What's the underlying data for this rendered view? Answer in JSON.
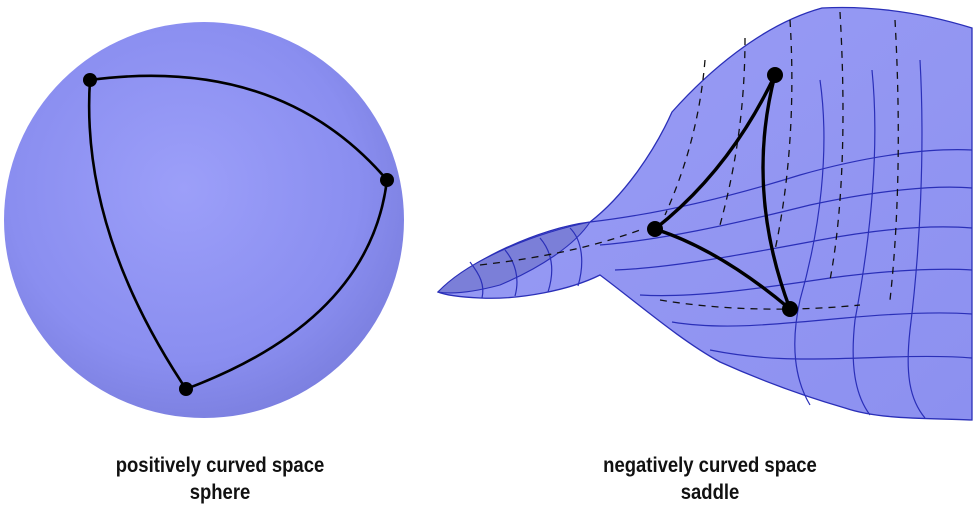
{
  "colors": {
    "surface_fill": "#8b8fee",
    "surface_center": "#9a9cf8",
    "surface_edge": "#7477d6",
    "grid_line": "#2a2fb8",
    "triangle_line": "#000000",
    "caption_text": "#111111"
  },
  "sphere": {
    "caption_line1": "positively curved space",
    "caption_line2": "sphere"
  },
  "saddle": {
    "caption_line1": "negatively curved space",
    "caption_line2": "saddle"
  }
}
